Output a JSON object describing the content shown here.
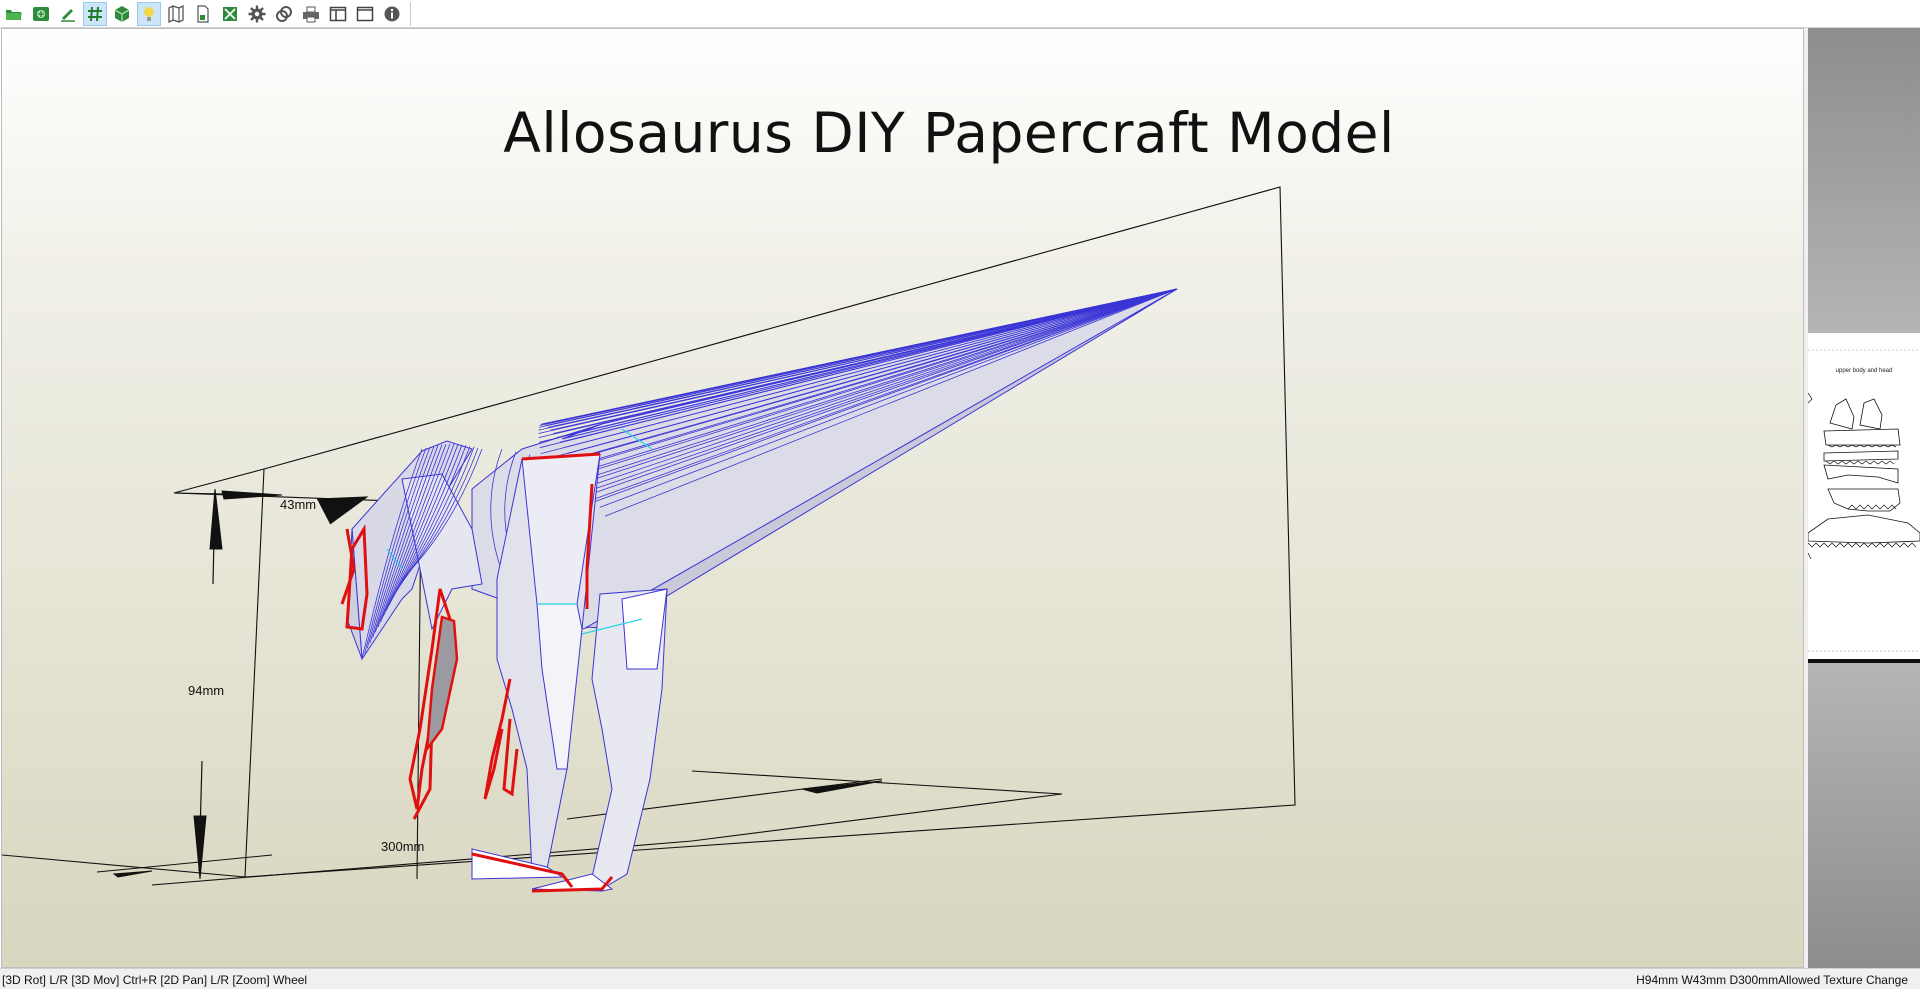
{
  "toolbar": {
    "buttons": [
      {
        "name": "open-file-icon"
      },
      {
        "name": "unfold-icon"
      },
      {
        "name": "edit-pen-icon"
      },
      {
        "name": "grid-number-icon",
        "active": true
      },
      {
        "name": "3d-cube-icon"
      },
      {
        "name": "lightbulb-icon",
        "active": true
      },
      {
        "name": "fold-lines-icon"
      },
      {
        "name": "page-icon"
      },
      {
        "name": "scale-fit-icon"
      },
      {
        "name": "settings-gear-icon"
      },
      {
        "name": "link-icon"
      },
      {
        "name": "print-icon"
      },
      {
        "name": "split-view-icon"
      },
      {
        "name": "window-icon"
      },
      {
        "name": "info-icon"
      }
    ]
  },
  "viewport": {
    "title": "Allosaurus DIY Papercraft Model",
    "dimensions": {
      "height_label": "94mm",
      "width_label": "43mm",
      "depth_label": "300mm"
    },
    "colors": {
      "mesh_edge": "#3b35d6",
      "cut_edge": "#e01010",
      "face": "#e4e4ee",
      "seam": "#22d3e6"
    }
  },
  "right_panel": {
    "page_label": "upper body and head"
  },
  "statusbar": {
    "left_text": "[3D Rot] L/R [3D Mov] Ctrl+R [2D Pan] L/R [Zoom] Wheel",
    "right_text": "H94mm W43mm D300mmAllowed Texture Change"
  }
}
